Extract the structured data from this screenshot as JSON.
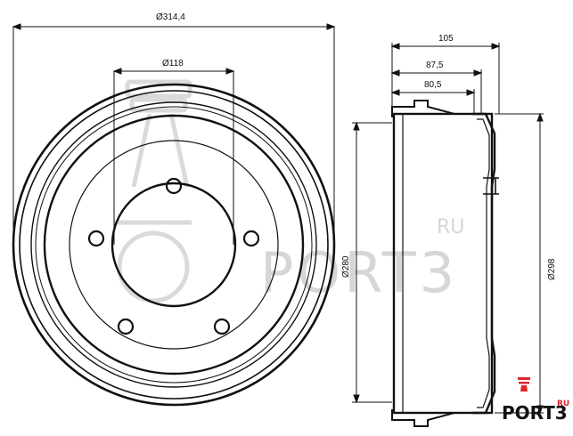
{
  "dimensions": {
    "outer_diameter": "Ø314,4",
    "center_bore": "Ø118",
    "width_total": "105",
    "width_mid": "87,5",
    "width_inner": "80,5",
    "inner_diameter": "Ø280",
    "outer_rim_diameter": "Ø298"
  },
  "watermark": {
    "brand": "PORT3",
    "suffix": "RU"
  },
  "logo": {
    "brand": "PORT3",
    "suffix": "RU",
    "accent": "#e0262b"
  }
}
